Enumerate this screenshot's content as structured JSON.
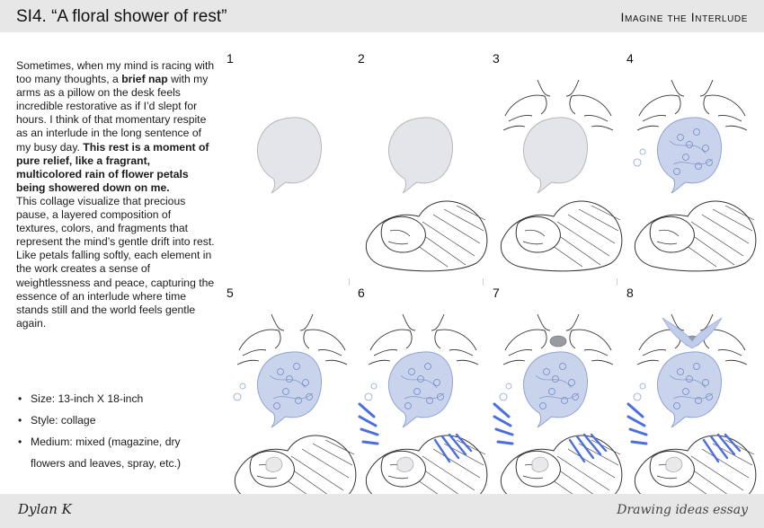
{
  "header": {
    "title": "SI4. “A floral shower of rest”",
    "brand": "Imagine the Interlude"
  },
  "intro": {
    "p1_a": "Sometimes, when my mind is racing with too many thoughts, a ",
    "p1_b": "brief nap",
    "p1_c": " with my arms as a pillow on the desk feels incredible restorative as if I’d slept for hours. I think of that momentary respite as an interlude in the long sentence of my busy day. ",
    "p1_d": "This rest is a moment of pure relief, like a fragrant, multicolored rain of flower petals being showered down on me.",
    "p2": "This collage visualize that precious pause, a layered composition of textures, colors, and fragments that represent the mind’s gentle drift into rest. Like petals falling softly, each element in the work creates a sense of weightlessness and peace, capturing the essence of an interlude where time stands still and the world feels gentle again."
  },
  "specs": [
    "Size: 13-inch X 18-inch",
    "Style: collage",
    "Medium: mixed (magazine, dry flowers and leaves, spray, etc.)"
  ],
  "panels": [
    {
      "number": "1",
      "stage": 1
    },
    {
      "number": "2",
      "stage": 2
    },
    {
      "number": "3",
      "stage": 3
    },
    {
      "number": "4",
      "stage": 4
    },
    {
      "number": "5",
      "stage": 5
    },
    {
      "number": "6",
      "stage": 6
    },
    {
      "number": "7",
      "stage": 7
    },
    {
      "number": "8",
      "stage": 8
    }
  ],
  "footer": {
    "signature": "Dylan K",
    "label": "Drawing ideas essay"
  },
  "colors": {
    "band": "#e7e7e7",
    "bubble_grey": "#e4e5ea",
    "bubble_blue": "#c9d4ec",
    "petal_blue": "#4a6ee0",
    "line": "#333333"
  }
}
